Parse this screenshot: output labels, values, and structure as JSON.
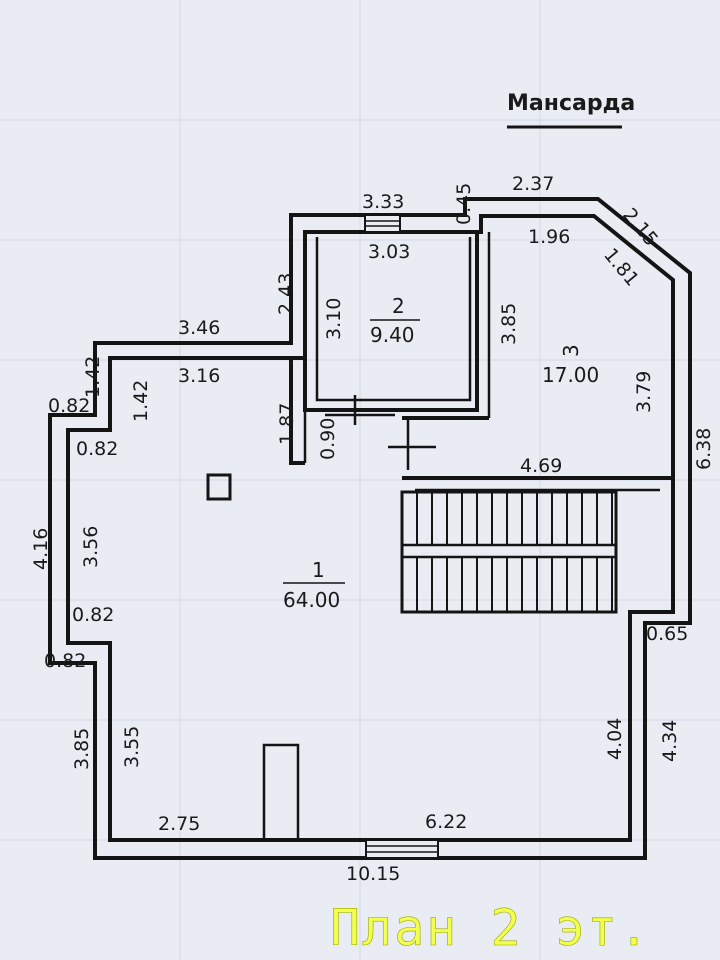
{
  "plan": {
    "title": "Мансарда",
    "footer": "План 2 эт.",
    "colors": {
      "background": "#e9ecf3",
      "walls": "#141414",
      "footer_text": "#f2ff4f"
    },
    "rooms": [
      {
        "number": "1",
        "area": "64.00"
      },
      {
        "number": "2",
        "area": "9.40"
      },
      {
        "number": "3",
        "area": "17.00"
      }
    ],
    "dimensions": [
      "3.33",
      "3.03",
      "0.45",
      "2.37",
      "1.96",
      "2.15",
      "1.81",
      "2.43",
      "3.10",
      "3.85",
      "3.46",
      "3.16",
      "1.42",
      "1.42",
      "0.82",
      "0.82",
      "1.87",
      "0.90",
      "4.69",
      "3.79",
      "6.38",
      "4.16",
      "3.56",
      "0.82",
      "0.82",
      "0.65",
      "3.85",
      "3.55",
      "4.04",
      "4.34",
      "2.75",
      "6.22",
      "10.15"
    ]
  }
}
